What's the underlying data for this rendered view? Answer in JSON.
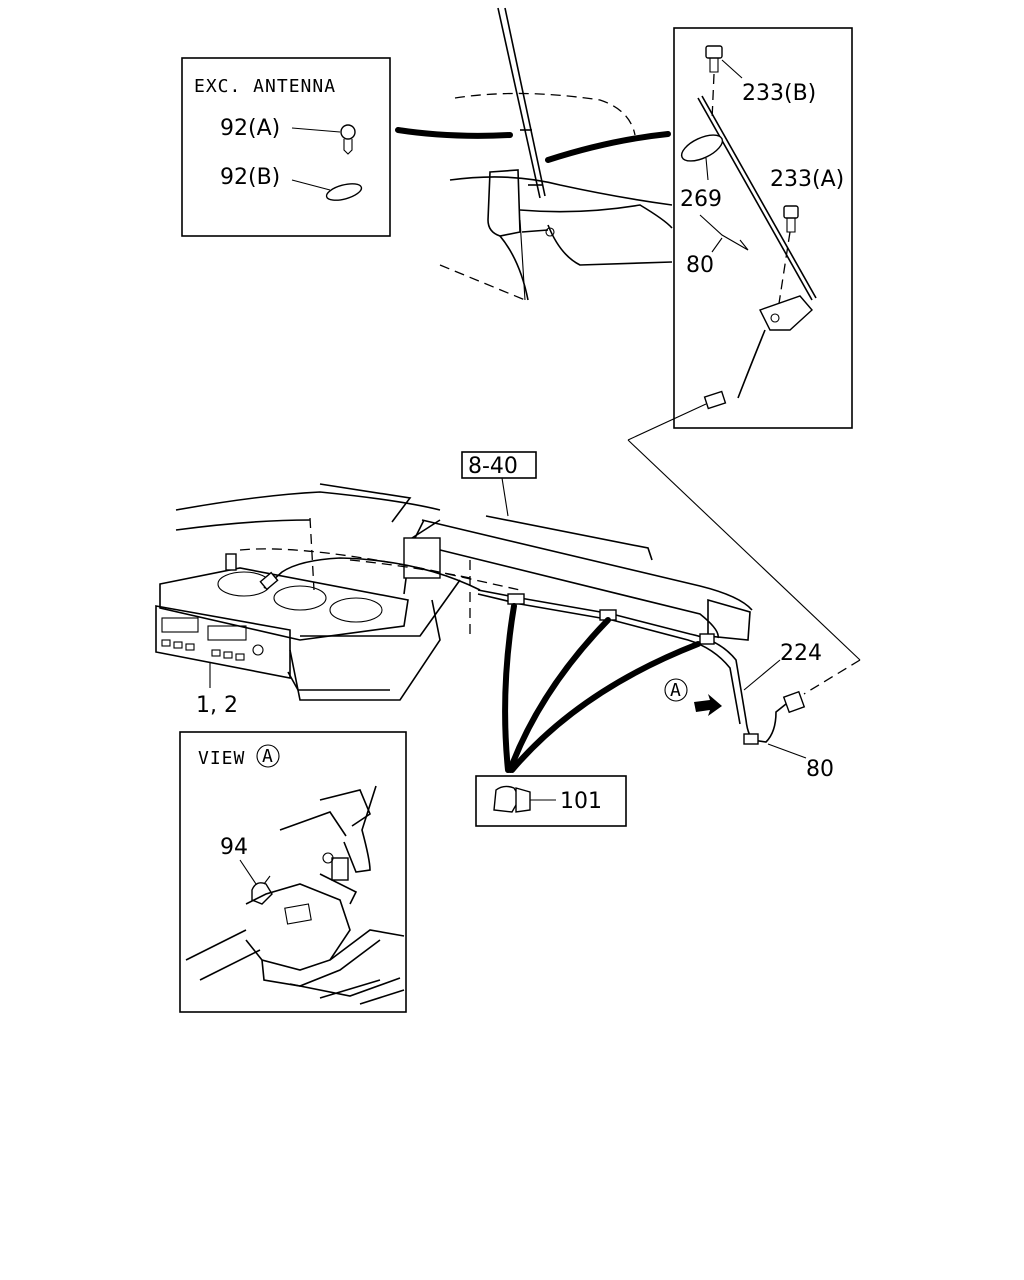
{
  "diagram": {
    "inset_exc_antenna": {
      "title": "EXC. ANTENNA",
      "label_92a": "92(A)",
      "label_92b": "92(B)"
    },
    "inset_antenna": {
      "label_233b": "233(B)",
      "label_233a": "233(A)",
      "label_269": "269",
      "label_80": "80"
    },
    "main": {
      "ref_box": "8-40",
      "label_224": "224",
      "label_80": "80",
      "label_radio": "1, 2",
      "label_view_marker": "A",
      "label_101": "101"
    },
    "inset_view_a": {
      "title": "VIEW",
      "marker": "A",
      "label_94": "94"
    }
  }
}
